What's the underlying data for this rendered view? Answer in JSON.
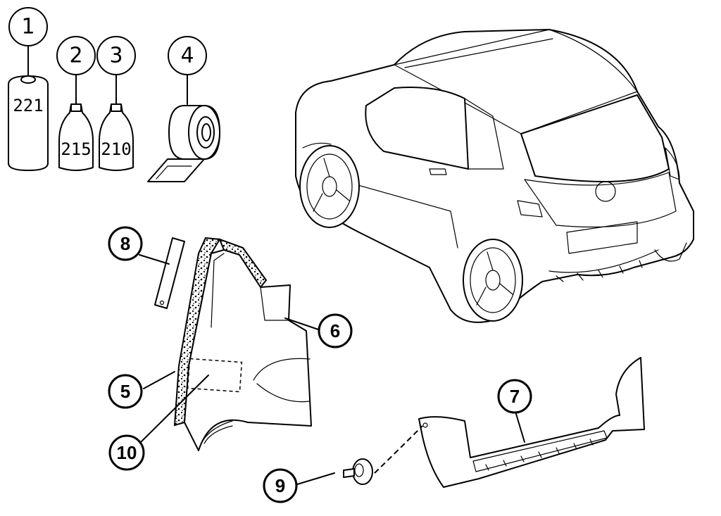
{
  "callouts": [
    {
      "id": "1",
      "label": "1"
    },
    {
      "id": "2",
      "label": "2"
    },
    {
      "id": "3",
      "label": "3"
    },
    {
      "id": "4",
      "label": "4"
    },
    {
      "id": "5",
      "label": "5"
    },
    {
      "id": "6",
      "label": "6"
    },
    {
      "id": "7",
      "label": "7"
    },
    {
      "id": "8",
      "label": "8"
    },
    {
      "id": "9",
      "label": "9"
    },
    {
      "id": "10",
      "label": "10"
    }
  ],
  "product_labels": {
    "can": "221",
    "bottle_a": "215",
    "bottle_b": "210"
  }
}
